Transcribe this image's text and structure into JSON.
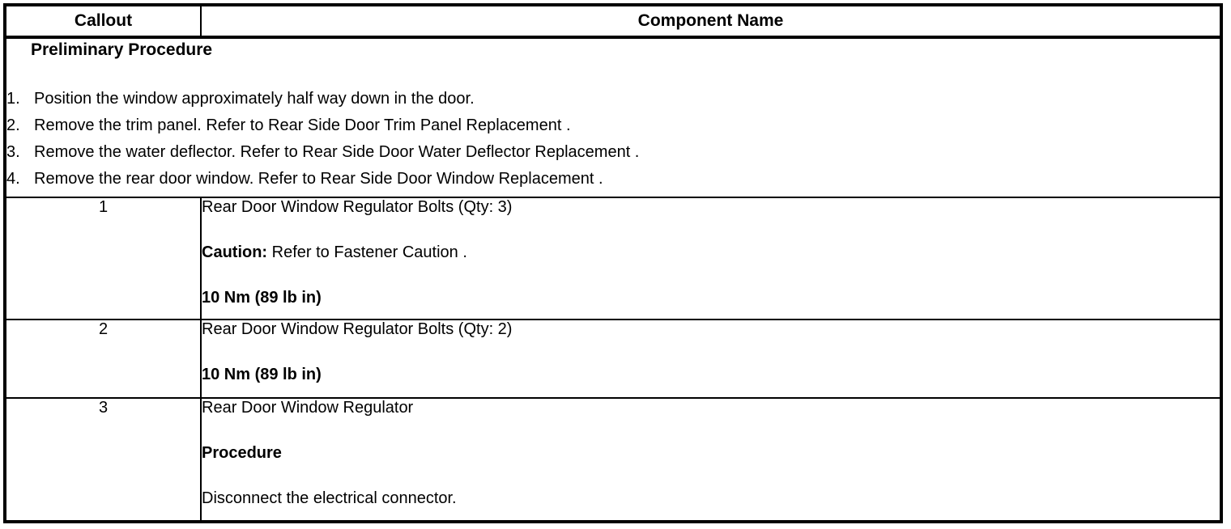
{
  "header": {
    "callout": "Callout",
    "component": "Component Name"
  },
  "preliminary": {
    "title": "Preliminary Procedure",
    "steps": [
      {
        "num": "1.",
        "text": "Position the window approximately half way down in the door."
      },
      {
        "num": "2.",
        "text": "Remove the trim panel. Refer to Rear Side Door Trim Panel Replacement ."
      },
      {
        "num": "3.",
        "text": "Remove the water deflector. Refer to Rear Side Door Water Deflector Replacement ."
      },
      {
        "num": "4.",
        "text": "Remove the rear door window. Refer to Rear Side Door Window Replacement ."
      }
    ]
  },
  "rows": [
    {
      "callout": "1",
      "component": "Rear Door Window Regulator Bolts (Qty: 3)",
      "caution_label": "Caution:",
      "caution_text": " Refer to Fastener Caution .",
      "torque": "10 Nm (89 lb in)"
    },
    {
      "callout": "2",
      "component": "Rear Door Window Regulator Bolts (Qty: 2)",
      "torque": "10 Nm (89 lb in)"
    },
    {
      "callout": "3",
      "component": "Rear Door Window Regulator",
      "procedure_label": "Procedure",
      "procedure_text": "Disconnect the electrical connector."
    }
  ],
  "colors": {
    "border": "#000000",
    "text": "#000000",
    "background": "#ffffff"
  }
}
